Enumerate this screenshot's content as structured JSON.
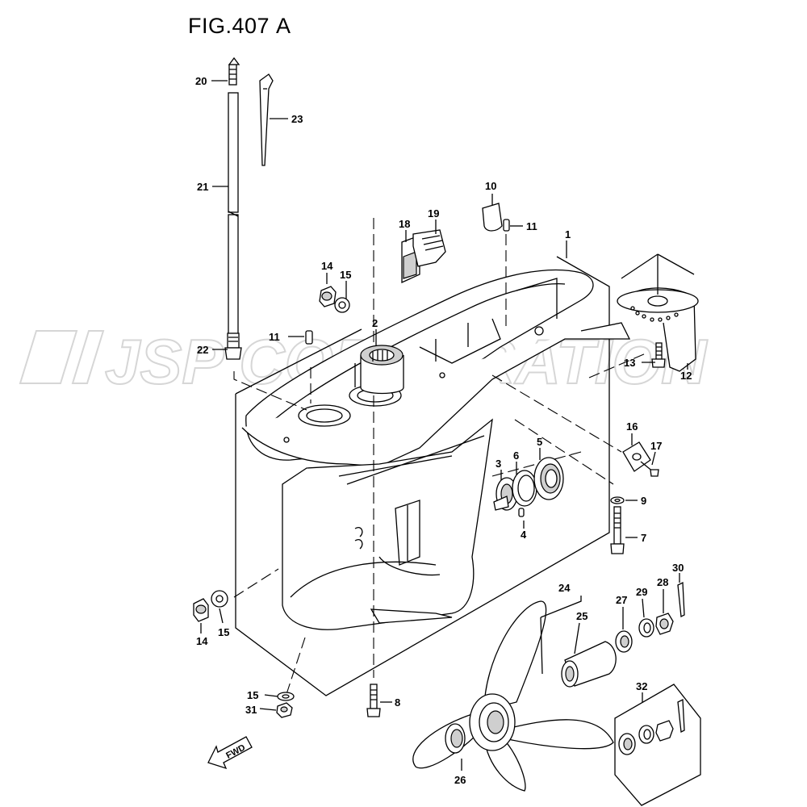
{
  "figure": {
    "title": "FIG.407 A"
  },
  "watermark": {
    "text": "JSP CORPORATION"
  },
  "fwd_arrow": {
    "label": "FWD"
  },
  "part_labels": {
    "p1": "1",
    "p2": "2",
    "p3": "3",
    "p4": "4",
    "p5": "5",
    "p6": "6",
    "p7": "7",
    "p8": "8",
    "p9": "9",
    "p10": "10",
    "p11a": "11",
    "p11b": "11",
    "p12": "12",
    "p13": "13",
    "p14a": "14",
    "p14b": "14",
    "p15a": "15",
    "p15b": "15",
    "p15c": "15",
    "p16": "16",
    "p17": "17",
    "p18": "18",
    "p19": "19",
    "p20": "20",
    "p21": "21",
    "p22": "22",
    "p23": "23",
    "p24": "24",
    "p25": "25",
    "p26": "26",
    "p27": "27",
    "p28": "28",
    "p29": "29",
    "p30": "30",
    "p31": "31",
    "p32": "32"
  }
}
